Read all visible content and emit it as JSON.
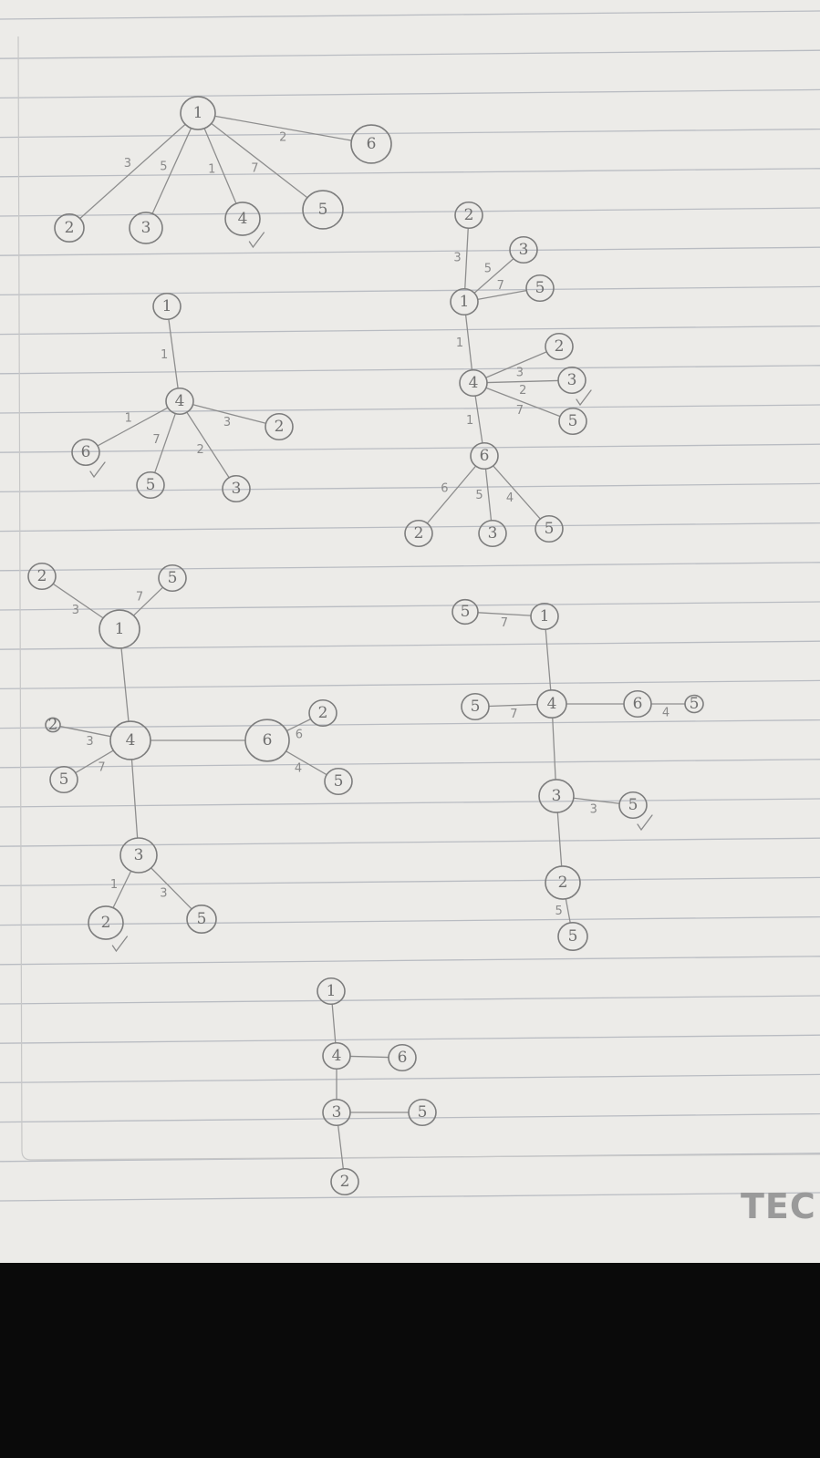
{
  "brand_text": "TEC",
  "colors": {
    "paper": "#ecebe8",
    "ink": "#7d7d7d",
    "rule": "#b9bcc2",
    "desk": "#0a0a0a"
  },
  "graphs": [
    {
      "id": "g1",
      "nodes": [
        {
          "id": "n1",
          "label": "1"
        },
        {
          "id": "n6",
          "label": "6"
        },
        {
          "id": "n2",
          "label": "2"
        },
        {
          "id": "n3",
          "label": "3"
        },
        {
          "id": "n4",
          "label": "4"
        },
        {
          "id": "n5",
          "label": "5"
        }
      ],
      "edges": [
        {
          "from": "n1",
          "to": "n6",
          "label": "2"
        },
        {
          "from": "n1",
          "to": "n2",
          "label": "3"
        },
        {
          "from": "n1",
          "to": "n3",
          "label": "5"
        },
        {
          "from": "n1",
          "to": "n4",
          "label": "1"
        },
        {
          "from": "n1",
          "to": "n5",
          "label": "7"
        }
      ],
      "checked": [
        "n4"
      ]
    },
    {
      "id": "g2",
      "nodes": [
        {
          "id": "n1",
          "label": "1"
        },
        {
          "id": "n4",
          "label": "4"
        },
        {
          "id": "n2",
          "label": "2"
        },
        {
          "id": "n6",
          "label": "6"
        },
        {
          "id": "n5",
          "label": "5"
        },
        {
          "id": "n3",
          "label": "3"
        }
      ],
      "edges": [
        {
          "from": "n1",
          "to": "n4",
          "label": "1"
        },
        {
          "from": "n4",
          "to": "n2",
          "label": "3"
        },
        {
          "from": "n4",
          "to": "n6",
          "label": "1"
        },
        {
          "from": "n4",
          "to": "n5",
          "label": "7"
        },
        {
          "from": "n4",
          "to": "n3",
          "label": "2"
        }
      ],
      "checked": [
        "n6"
      ]
    },
    {
      "id": "g3",
      "nodes": [
        {
          "id": "a2",
          "label": "2"
        },
        {
          "id": "a3",
          "label": "3"
        },
        {
          "id": "a5",
          "label": "5"
        },
        {
          "id": "a1",
          "label": "1"
        },
        {
          "id": "b2",
          "label": "2"
        },
        {
          "id": "b4",
          "label": "4"
        },
        {
          "id": "b3",
          "label": "3"
        },
        {
          "id": "b5",
          "label": "5"
        },
        {
          "id": "c6",
          "label": "6"
        },
        {
          "id": "c2",
          "label": "2"
        },
        {
          "id": "c3",
          "label": "3"
        },
        {
          "id": "c5",
          "label": "5"
        }
      ],
      "edges": [
        {
          "from": "a2",
          "to": "a1",
          "label": "3"
        },
        {
          "from": "a3",
          "to": "a1",
          "label": "5"
        },
        {
          "from": "a5",
          "to": "a1",
          "label": "7"
        },
        {
          "from": "a1",
          "to": "b4",
          "label": "1"
        },
        {
          "from": "b4",
          "to": "b2",
          "label": "3"
        },
        {
          "from": "b4",
          "to": "b3",
          "label": "2"
        },
        {
          "from": "b4",
          "to": "b5",
          "label": "7"
        },
        {
          "from": "b4",
          "to": "c6",
          "label": "1"
        },
        {
          "from": "c6",
          "to": "c2",
          "label": "6"
        },
        {
          "from": "c6",
          "to": "c3",
          "label": "5"
        },
        {
          "from": "c6",
          "to": "c5",
          "label": "4"
        }
      ],
      "checked": [
        "b3"
      ]
    },
    {
      "id": "g4",
      "nodes": [
        {
          "id": "t2",
          "label": "2"
        },
        {
          "id": "t5",
          "label": "5"
        },
        {
          "id": "n1",
          "label": "1"
        },
        {
          "id": "n4",
          "label": "4"
        },
        {
          "id": "n6",
          "label": "6"
        },
        {
          "id": "n3",
          "label": "3"
        },
        {
          "id": "l2",
          "label": "2"
        },
        {
          "id": "l5",
          "label": "5"
        },
        {
          "id": "r2",
          "label": "2"
        },
        {
          "id": "r5",
          "label": "5"
        },
        {
          "id": "s2",
          "label": "2"
        },
        {
          "id": "s5",
          "label": "5"
        }
      ],
      "edges": [
        {
          "from": "t2",
          "to": "n1",
          "label": "3"
        },
        {
          "from": "t5",
          "to": "n1",
          "label": "7"
        },
        {
          "from": "n1",
          "to": "n4",
          "label": ""
        },
        {
          "from": "l2",
          "to": "n4",
          "label": "3"
        },
        {
          "from": "l5",
          "to": "n4",
          "label": "7"
        },
        {
          "from": "n4",
          "to": "n6",
          "label": ""
        },
        {
          "from": "n6",
          "to": "r2",
          "label": "6"
        },
        {
          "from": "n6",
          "to": "r5",
          "label": "4"
        },
        {
          "from": "n4",
          "to": "n3",
          "label": ""
        },
        {
          "from": "n3",
          "to": "s2",
          "label": "1"
        },
        {
          "from": "n3",
          "to": "s5",
          "label": "3"
        }
      ],
      "checked": [
        "s2"
      ]
    },
    {
      "id": "g5",
      "nodes": [
        {
          "id": "t5",
          "label": "5"
        },
        {
          "id": "n1",
          "label": "1"
        },
        {
          "id": "l5",
          "label": "5"
        },
        {
          "id": "n4",
          "label": "4"
        },
        {
          "id": "n6",
          "label": "6"
        },
        {
          "id": "r5",
          "label": "5"
        },
        {
          "id": "n3",
          "label": "3"
        },
        {
          "id": "s5",
          "label": "5"
        },
        {
          "id": "n2",
          "label": "2"
        },
        {
          "id": "b5",
          "label": "5"
        }
      ],
      "edges": [
        {
          "from": "t5",
          "to": "n1",
          "label": "7"
        },
        {
          "from": "n1",
          "to": "n4",
          "label": ""
        },
        {
          "from": "l5",
          "to": "n4",
          "label": "7"
        },
        {
          "from": "n4",
          "to": "n6",
          "label": ""
        },
        {
          "from": "n6",
          "to": "r5",
          "label": "4"
        },
        {
          "from": "n4",
          "to": "n3",
          "label": ""
        },
        {
          "from": "n3",
          "to": "s5",
          "label": "3"
        },
        {
          "from": "n3",
          "to": "n2",
          "label": ""
        },
        {
          "from": "n2",
          "to": "b5",
          "label": "5"
        }
      ],
      "checked": [
        "s5"
      ]
    },
    {
      "id": "g6",
      "nodes": [
        {
          "id": "n1",
          "label": "1"
        },
        {
          "id": "n4",
          "label": "4"
        },
        {
          "id": "n6",
          "label": "6"
        },
        {
          "id": "n3",
          "label": "3"
        },
        {
          "id": "n5",
          "label": "5"
        },
        {
          "id": "n2",
          "label": "2"
        }
      ],
      "edges": [
        {
          "from": "n1",
          "to": "n4",
          "label": ""
        },
        {
          "from": "n4",
          "to": "n6",
          "label": ""
        },
        {
          "from": "n4",
          "to": "n3",
          "label": ""
        },
        {
          "from": "n3",
          "to": "n5",
          "label": ""
        },
        {
          "from": "n3",
          "to": "n2",
          "label": ""
        }
      ],
      "checked": []
    }
  ]
}
